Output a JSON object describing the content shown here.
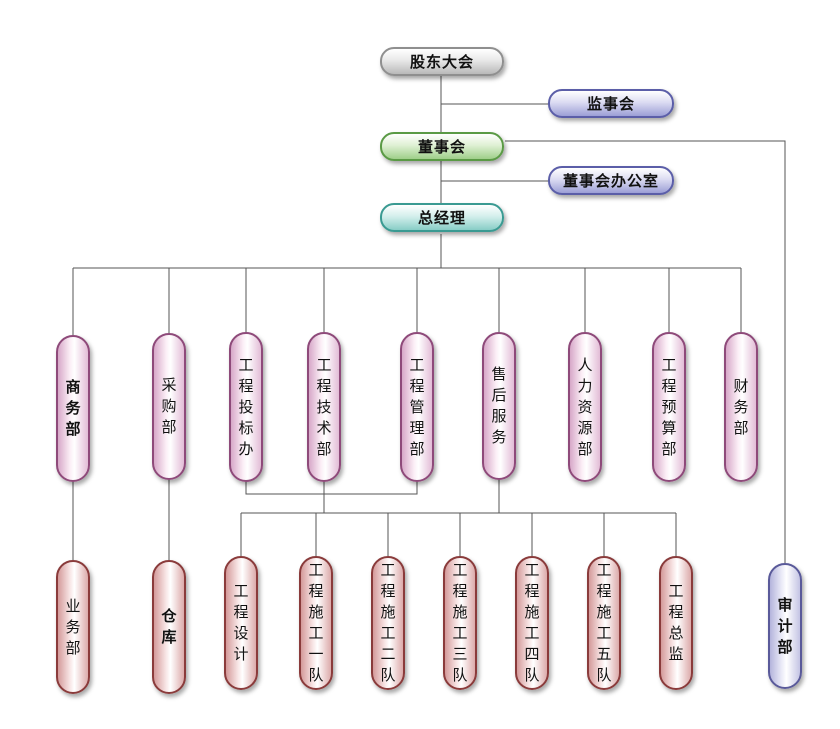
{
  "top": {
    "shareholders": "股东大会",
    "supervisors": "监事会",
    "board": "董事会",
    "board_office": "董事会办公室",
    "general_manager": "总经理"
  },
  "departments": [
    {
      "label": "商务部",
      "bold": true
    },
    {
      "label": "采购部",
      "bold": false
    },
    {
      "label": "工程投标办",
      "bold": false
    },
    {
      "label": "工程技术部",
      "bold": false
    },
    {
      "label": "工程管理部",
      "bold": false
    },
    {
      "label": "售后服务",
      "bold": false
    },
    {
      "label": "人力资源部",
      "bold": false
    },
    {
      "label": "工程预算部",
      "bold": false
    },
    {
      "label": "财务部",
      "bold": false
    }
  ],
  "sub_units": [
    {
      "label": "业务部",
      "bold": false
    },
    {
      "label": "仓库",
      "bold": true
    },
    {
      "label": "工程设计",
      "bold": false
    },
    {
      "label": "工程施工一队",
      "bold": false
    },
    {
      "label": "工程施工二队",
      "bold": false
    },
    {
      "label": "工程施工三队",
      "bold": false
    },
    {
      "label": "工程施工四队",
      "bold": false
    },
    {
      "label": "工程施工五队",
      "bold": false
    },
    {
      "label": "工程总监",
      "bold": false
    }
  ],
  "audit": {
    "label": "审计部",
    "bold": true
  }
}
